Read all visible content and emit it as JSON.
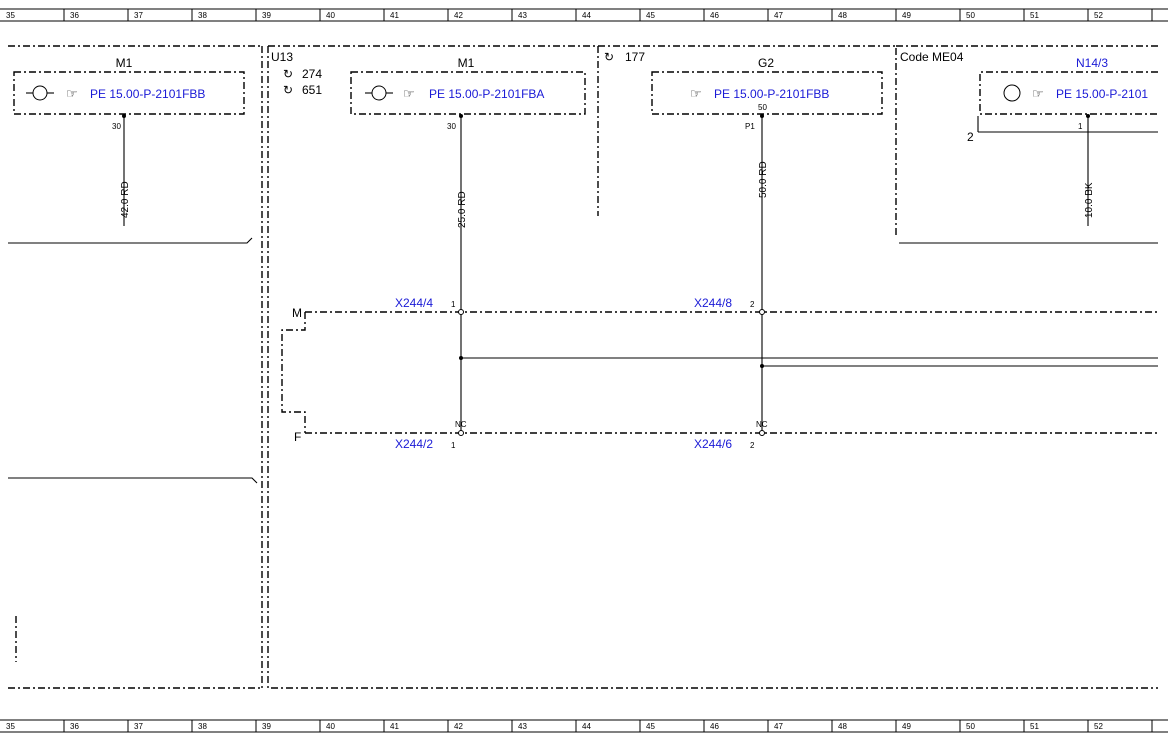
{
  "ruler": {
    "numbers": [
      "35",
      "36",
      "37",
      "38",
      "39",
      "40",
      "41",
      "42",
      "43",
      "44",
      "45",
      "46",
      "47",
      "48",
      "49",
      "50",
      "51",
      "52"
    ]
  },
  "components": {
    "m1_left": {
      "name": "M1",
      "ref": "PE 15.00-P-2101FBB",
      "pin": "30",
      "wire": "42.0 RD"
    },
    "m1_mid": {
      "name": "M1",
      "ref": "PE 15.00-P-2101FBA",
      "pin": "30",
      "wire": "25.0 RD"
    },
    "g2": {
      "name": "G2",
      "ref": "PE 15.00-P-2101FBB",
      "pin_top": "50",
      "pin": "P1",
      "wire": "50.0 RD"
    },
    "n14": {
      "name": "N14/3",
      "ref": "PE 15.00-P-2101",
      "pin": "1",
      "pin_left": "2",
      "wire": "10.0 BK"
    }
  },
  "module": {
    "name": "U13",
    "ref1": "274",
    "ref2": "651",
    "ref3": "177",
    "code": "Code ME04"
  },
  "connectors": {
    "m_label": "M",
    "f_label": "F",
    "x244_4": "X244/4",
    "x244_8": "X244/8",
    "x244_2": "X244/2",
    "x244_6": "X244/6",
    "pin1": "1",
    "pin2": "2",
    "nc": "NC"
  }
}
